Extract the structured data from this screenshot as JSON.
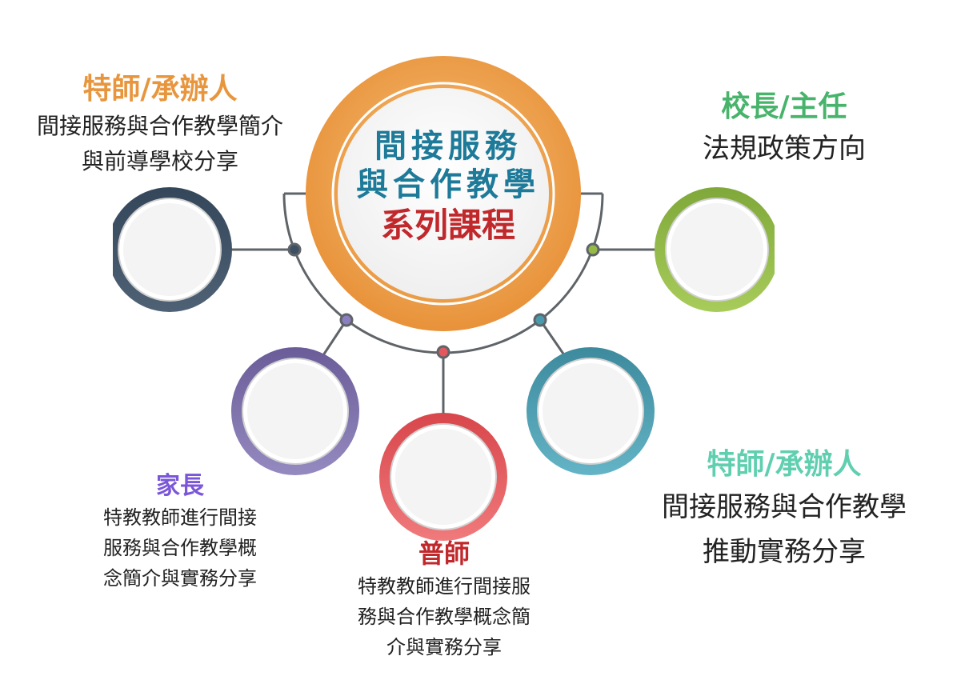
{
  "center": {
    "line1": "間接服務",
    "line2": "與合作教學",
    "line3": "系列課程"
  },
  "nodes": [
    {
      "role": "特師/承辦人",
      "desc": [
        "間接服務與合作教學簡介",
        "與前導學校分享"
      ]
    },
    {
      "role": "校長/主任",
      "desc": [
        "法規政策方向"
      ]
    },
    {
      "role": "家長",
      "desc": [
        "特教教師進行間接",
        "服務與合作教學概",
        "念簡介與實務分享"
      ]
    },
    {
      "role": "普師",
      "desc": [
        "特教教師進行間接服",
        "務與合作教學概念簡",
        "介與實務分享"
      ]
    },
    {
      "role": "特師/承辦人",
      "desc": [
        "間接服務與合作教學",
        "推動實務分享"
      ]
    }
  ],
  "colors": {
    "center_ring": "#eea14a",
    "center_title": "#1d7a99",
    "center_subtitle": "#c0282c",
    "node_navy": "#3d4f63",
    "node_green": "#94bb48",
    "node_purple": "#7a6ca8",
    "node_red": "#e2585c",
    "node_teal": "#4a9aae",
    "role_orange": "#e8963e",
    "role_green": "#47b36b",
    "role_purple": "#7a56d8",
    "role_red": "#c0282c",
    "role_mint": "#5fcfb0",
    "connector": "#5f6468"
  }
}
